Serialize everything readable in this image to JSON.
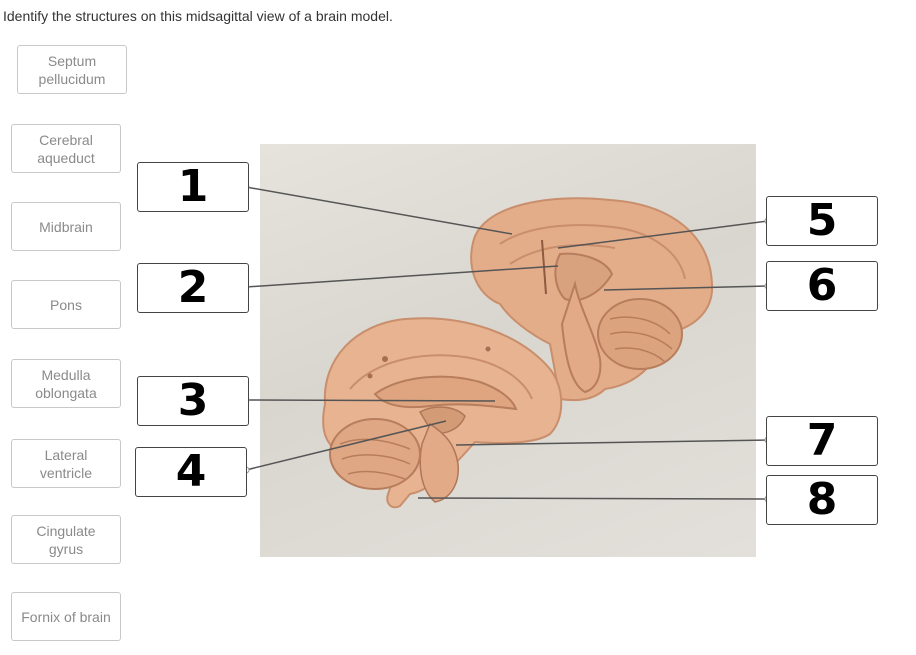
{
  "question": "Identify the structures on this midsagittal view of a brain model.",
  "answer_chips": [
    {
      "label": "Septum\npellucidum"
    },
    {
      "label": "Cerebral\naqueduct"
    },
    {
      "label": "Midbrain"
    },
    {
      "label": "Pons"
    },
    {
      "label": "Medulla\noblongata"
    },
    {
      "label": "Lateral\nventricle"
    },
    {
      "label": "Cingulate\ngyrus"
    },
    {
      "label": "Fornix of brain"
    }
  ],
  "drop_targets": [
    {
      "number": "1"
    },
    {
      "number": "2"
    },
    {
      "number": "3"
    },
    {
      "number": "4"
    },
    {
      "number": "5"
    },
    {
      "number": "6"
    },
    {
      "number": "7"
    },
    {
      "number": "8"
    }
  ],
  "colors": {
    "brain": "#e7b391",
    "brain_shadow": "#c98e6c",
    "background": "#dcd9d3",
    "leader_line": "#555555"
  }
}
